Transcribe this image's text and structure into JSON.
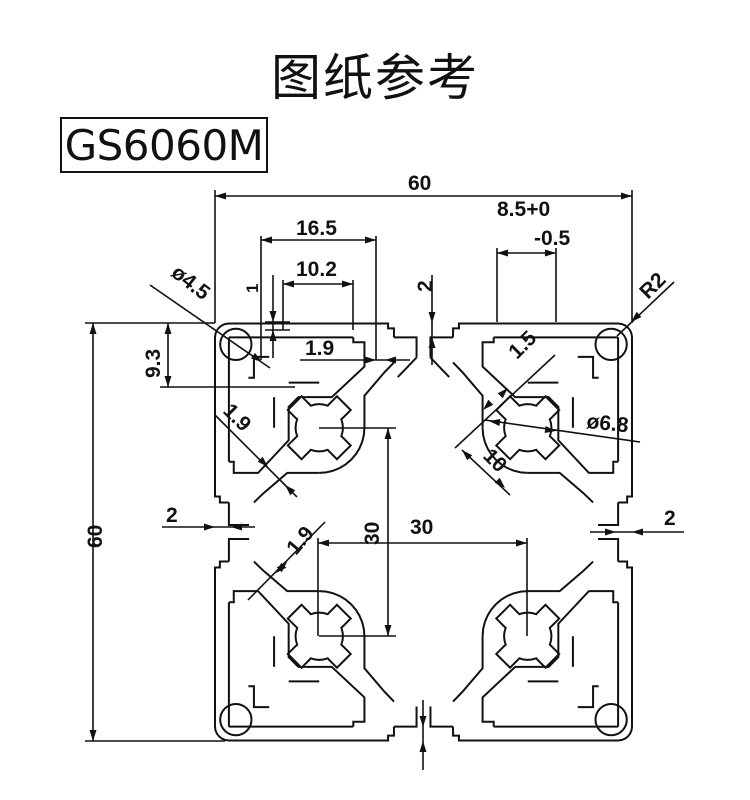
{
  "header": {
    "title": "图纸参考",
    "model": "GS6060M"
  },
  "drawing": {
    "profile_size_mm": 60,
    "core_pitch_mm": 30,
    "colors": {
      "line": "#111111",
      "background": "#ffffff"
    },
    "dimensions": {
      "overall_width": "60",
      "overall_height": "60",
      "slot_outer_width": "16.5",
      "slot_opening": "10.2",
      "lip_thickness": "1",
      "top_wall": "2",
      "slot_tol_nominal": "8.5+0",
      "slot_tol_minus": "-0.5",
      "corner_radius": "R2",
      "corner_hole_dia": "ø4.5",
      "hole_offset": "9.3",
      "web_thickness_top": "1.9",
      "web_thickness_diag": "1.9",
      "web_thickness_lower": "1.9",
      "diag_web": "1.5",
      "core_hole_dia": "ø6.8",
      "core_size": "10",
      "side_wall_left": "2",
      "side_wall_right": "2",
      "core_vertical": "30",
      "core_horizontal": "30"
    }
  }
}
